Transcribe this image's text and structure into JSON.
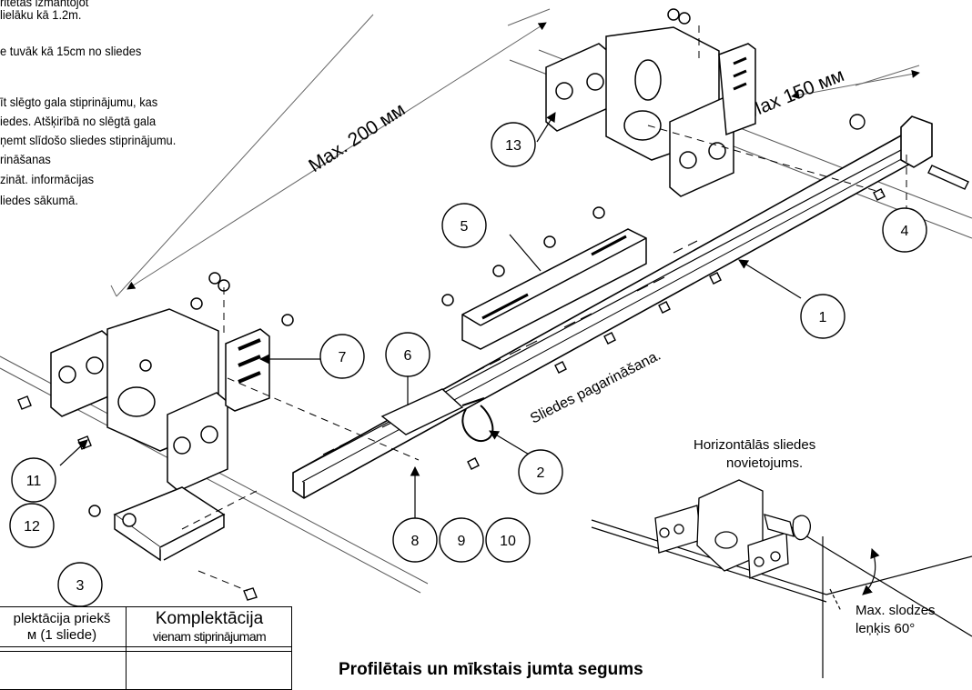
{
  "notes": [
    "ritētas izmantojot",
    "lielāku kā 1.2m.",
    "e tuvāk kā 15cm no sliedes",
    "",
    "īt slēgto gala stiprinājumu, kas",
    "iedes. Atšķirībā no slēgtā gala",
    "ņemt slīdošo sliedes stiprinājumu.",
    "rināšanas",
    "zināt. informācijas",
    "liedes sākumā."
  ],
  "dimensions": {
    "max200": "Max. 200 мм",
    "max150": "Max 150 мм"
  },
  "callouts": [
    "13",
    "5",
    "4",
    "1",
    "7",
    "6",
    "2",
    "11",
    "12",
    "3",
    "8",
    "9",
    "10"
  ],
  "labels": {
    "rail_extension": "Sliedes pagarināšana.",
    "horizontal_placement_1": "Horizontālās sliedes",
    "horizontal_placement_2": "novietojums.",
    "max_load_angle_1": "Max. slodzes",
    "max_load_angle_2": "leņķis 60°",
    "roof_title": "Profilētais un mīkstais jumta segums"
  },
  "table": {
    "col1_line1": "plektācija priekš",
    "col1_line2": "м (1 sliede)",
    "col2_line1": "Komplektācija",
    "col2_line2": "vienam stiprinājumam"
  }
}
